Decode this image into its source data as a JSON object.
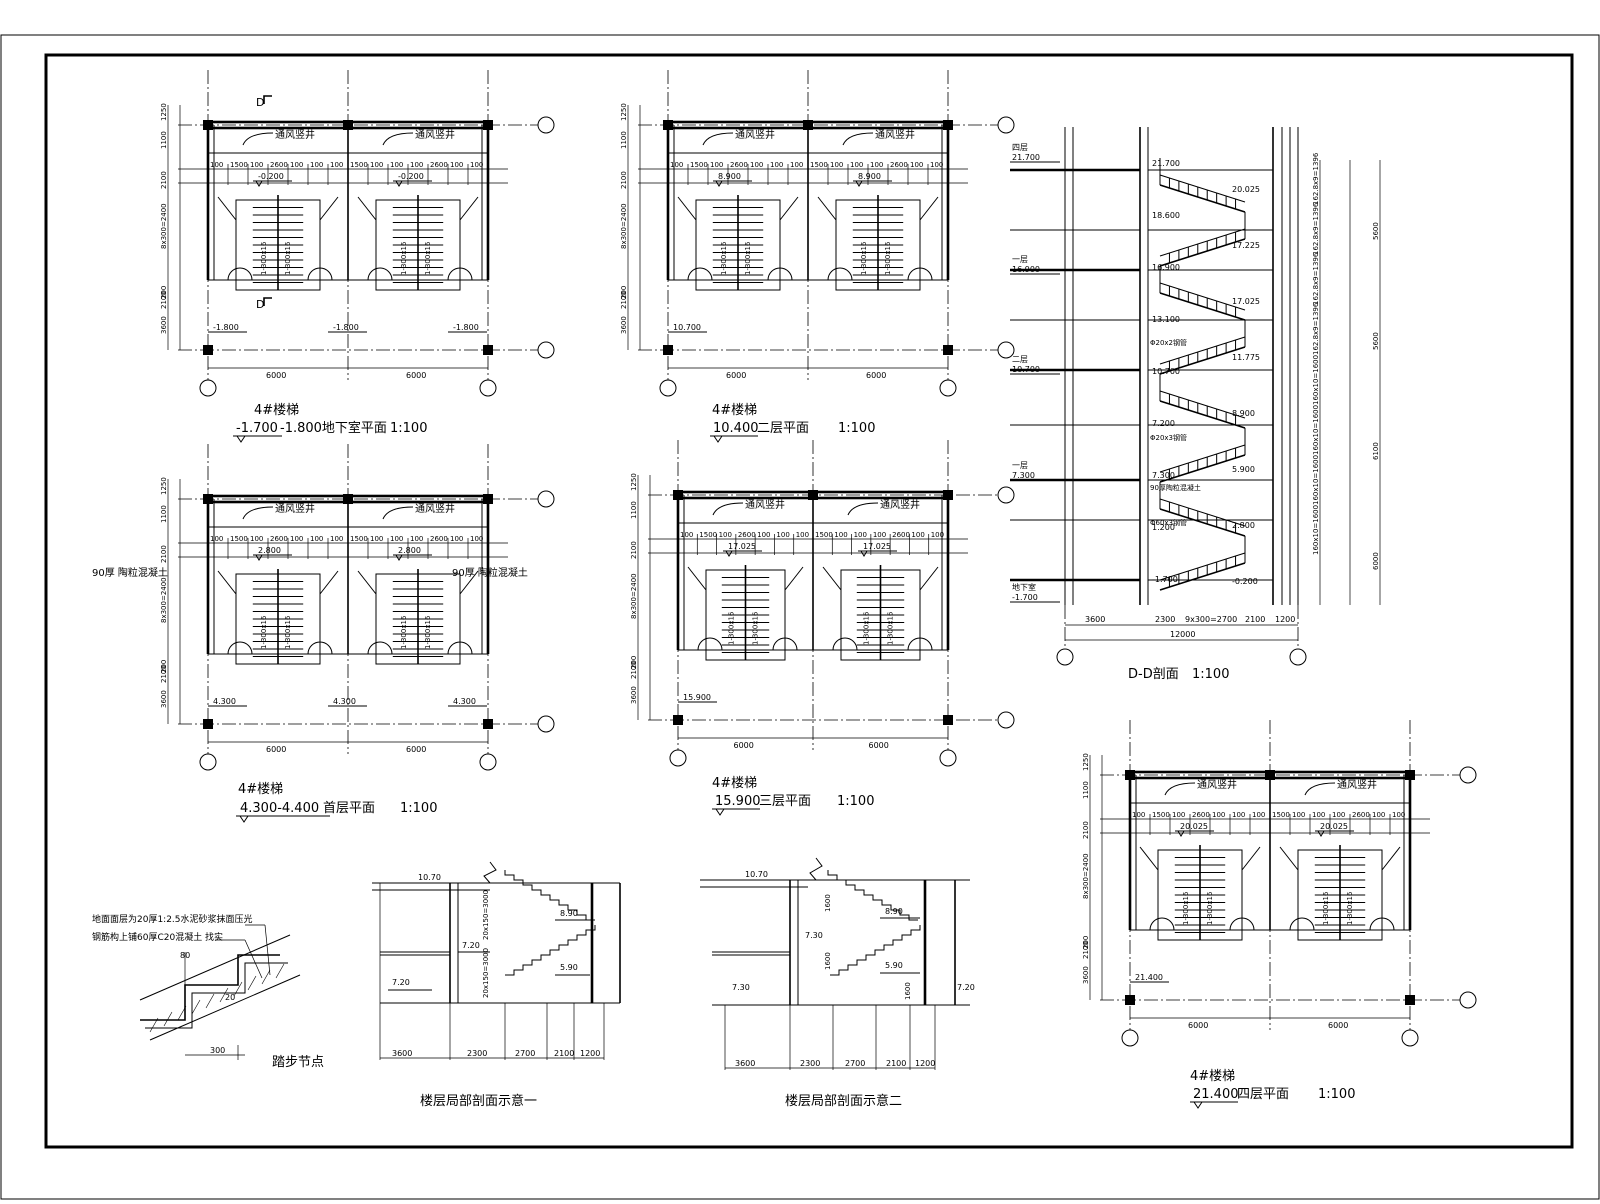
{
  "sheet": {
    "plans": [
      {
        "id": "basement",
        "building": "4#楼梯",
        "elevation": "-1.700",
        "label": "-1.800地下室平面",
        "scale": "1:100",
        "levels": [
          "-0.200",
          "-0.200",
          "-1.800",
          "-1.800",
          "-1.800"
        ],
        "dims_h": [
          "100",
          "1500",
          "100",
          "2600",
          "100",
          "100",
          "100",
          "1500",
          "100",
          "100",
          "100",
          "2600",
          "100",
          "100"
        ],
        "dims_v": [
          "1250",
          "1100",
          "2100",
          "8x300=2400",
          "2100",
          "200",
          "3600"
        ],
        "spans": [
          "6000",
          "6000"
        ],
        "flight": "1-300x16"
      },
      {
        "id": "second",
        "building": "4#楼梯",
        "elevation": "10.400",
        "label": "二层平面",
        "scale": "1:100",
        "levels": [
          "8.900",
          "8.900",
          "10.700"
        ],
        "dims_h": [
          "100",
          "1500",
          "100",
          "2600",
          "100",
          "100",
          "100",
          "1500",
          "100",
          "100",
          "100",
          "2600",
          "100",
          "100"
        ],
        "dims_v": [
          "1250",
          "1100",
          "2100",
          "8x300=2400",
          "2100",
          "200",
          "3600"
        ],
        "spans": [
          "6000",
          "6000"
        ],
        "flight": "1-300x16"
      },
      {
        "id": "first",
        "building": "4#楼梯",
        "elevation": "4.300-4.400",
        "label": "首层平面",
        "scale": "1:100",
        "levels": [
          "2.800",
          "2.800",
          "4.300",
          "4.300",
          "4.300"
        ],
        "dims_h": [
          "100",
          "1500",
          "100",
          "2600",
          "100",
          "100",
          "100",
          "1500",
          "100",
          "100",
          "100",
          "2600",
          "100",
          "100"
        ],
        "dims_v": [
          "1250",
          "1100",
          "2100",
          "8x300=2400",
          "2100",
          "200",
          "3600"
        ],
        "spans": [
          "6000",
          "6000"
        ],
        "flight": "1-300x16",
        "note": "90厚 陶粒混凝土"
      },
      {
        "id": "third",
        "building": "4#楼梯",
        "elevation": "15.900",
        "label": "三层平面",
        "scale": "1:100",
        "levels": [
          "17.025",
          "17.025",
          "15.900"
        ],
        "dims_h": [
          "100",
          "1500",
          "100",
          "2600",
          "100",
          "100",
          "100",
          "1500",
          "100",
          "100",
          "100",
          "2600",
          "100",
          "100"
        ],
        "dims_v": [
          "1250",
          "1100",
          "2100",
          "8x300=2400",
          "2100",
          "200",
          "3600"
        ],
        "spans": [
          "6000",
          "6000"
        ],
        "flight": "1-300x16"
      },
      {
        "id": "fourth",
        "building": "4#楼梯",
        "elevation": "21.400",
        "label": "四层平面",
        "scale": "1:100",
        "levels": [
          "20.025",
          "20.025",
          "21.400"
        ],
        "dims_h": [
          "100",
          "1500",
          "100",
          "2600",
          "100",
          "100",
          "100",
          "1500",
          "100",
          "100",
          "100",
          "2600",
          "100",
          "100"
        ],
        "dims_v": [
          "1250",
          "1100",
          "2100",
          "8x300=2400",
          "2100",
          "200",
          "3600"
        ],
        "spans": [
          "6000",
          "6000"
        ],
        "flight": "1-300x16"
      }
    ],
    "shaft_label": "通风竖井",
    "section_mark": "D",
    "section": {
      "title": "D-D剖面",
      "scale": "1:100",
      "floors": [
        {
          "name": "四层",
          "level": "21.700"
        },
        {
          "name": "一层",
          "level": "16.900"
        },
        {
          "name": "二层",
          "level": "10.700"
        },
        {
          "name": "一层",
          "level": "7.300"
        },
        {
          "name": "地下室",
          "level": "-1.700"
        }
      ],
      "levels_left": [
        "21.700",
        "18.600",
        "16.900",
        "13.100",
        "10.700",
        "7.200",
        "7.300",
        "1.200",
        "-1.700"
      ],
      "levels_right": [
        "20.025",
        "17.225",
        "17.025",
        "11.775",
        "8.900",
        "5.900",
        "2.800",
        "-0.200"
      ],
      "notes": [
        "Φ20x2钢管",
        "Φ20x3钢管",
        "90厚陶粒混凝土",
        "Φ60x3钢管"
      ],
      "dims_bottom": [
        "3600",
        "2300",
        "9x300=2700",
        "2100",
        "1200"
      ],
      "total": "12000",
      "dims_right": [
        "162.8x9=1396",
        "162.8x9=1396",
        "162.8x9=1396",
        "162.8x9=1396",
        "160x10=1600",
        "160x10=1600",
        "160x10=1600",
        "160x10=1600"
      ],
      "dims_far": [
        "5600",
        "5600",
        "6100",
        "6000"
      ]
    },
    "partial1": {
      "title": "楼层局部剖面示意一",
      "levels": [
        "10.70",
        "8.90",
        "5.90",
        "7.20",
        "7.20"
      ],
      "dims_v": [
        "20x150=3000",
        "20x150=3000"
      ],
      "dims_h": [
        "3600",
        "2300",
        "2700",
        "2100",
        "1200"
      ]
    },
    "partial2": {
      "title": "楼层局部剖面示意二",
      "levels": [
        "10.70",
        "8.90",
        "5.90",
        "7.30",
        "7.30",
        "7.20"
      ],
      "dims_v": [
        "1600",
        "1600",
        "1600"
      ],
      "dims_h": [
        "3600",
        "2300",
        "2700",
        "2100",
        "1200"
      ]
    },
    "step_detail": {
      "title": "踏步节点",
      "notes": [
        "地面面层为20厚1:2.5水泥砂浆抹面压光",
        "钢筋构上铺60厚C20混凝土 找实"
      ],
      "dims": [
        "80",
        "20",
        "300"
      ]
    }
  }
}
